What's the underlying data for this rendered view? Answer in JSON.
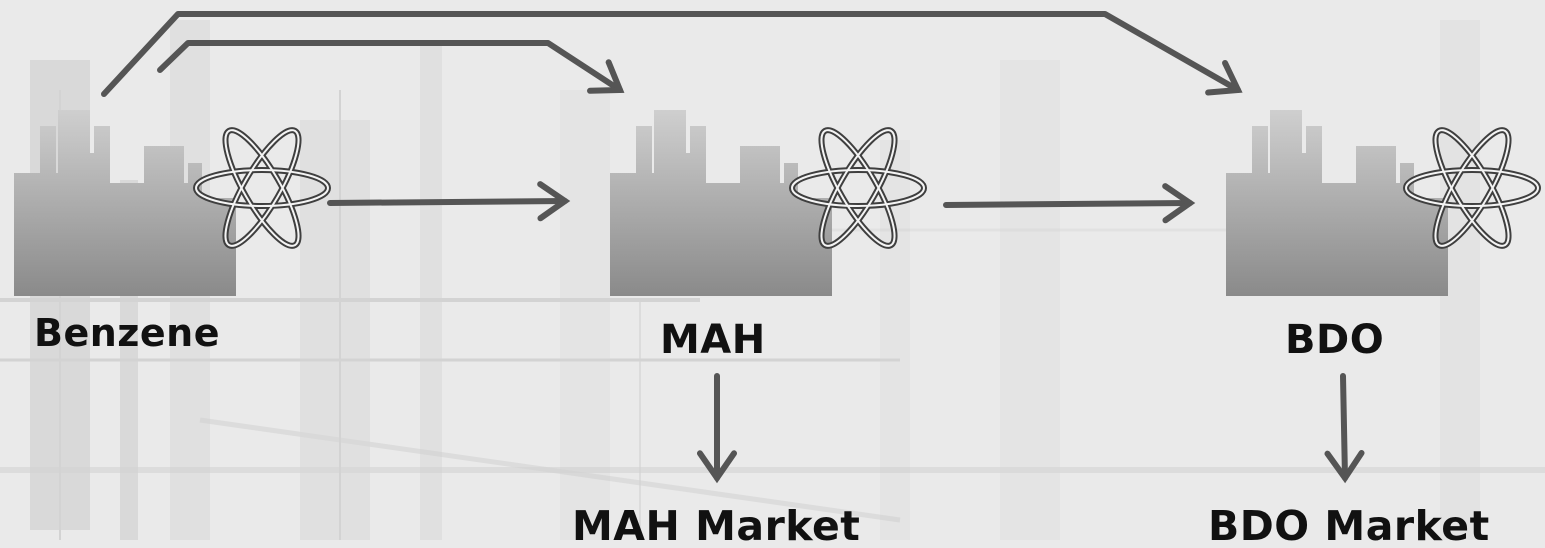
{
  "nodes": [
    {
      "id": "benzene",
      "label": "Benzene",
      "icon": "factory-atom-icon"
    },
    {
      "id": "mah",
      "label": "MAH",
      "icon": "factory-atom-icon"
    },
    {
      "id": "bdo",
      "label": "BDO",
      "icon": "factory-atom-icon"
    }
  ],
  "markets": [
    {
      "id": "mah-market",
      "label": "MAH Market"
    },
    {
      "id": "bdo-market",
      "label": "BDO Market"
    }
  ],
  "edges": [
    {
      "from": "benzene",
      "to": "mah"
    },
    {
      "from": "mah",
      "to": "bdo"
    },
    {
      "from": "benzene",
      "to": "mah",
      "route": "over-top"
    },
    {
      "from": "benzene",
      "to": "bdo",
      "route": "over-top"
    },
    {
      "from": "mah",
      "to": "mah-market"
    },
    {
      "from": "bdo",
      "to": "bdo-market"
    }
  ],
  "colors": {
    "arrow": "#555555",
    "factory_top": "#cfcfcf",
    "factory_bottom": "#8a8a8a",
    "atom": "#3f3f3f",
    "text": "#111111",
    "background": "#e9e9e9"
  }
}
